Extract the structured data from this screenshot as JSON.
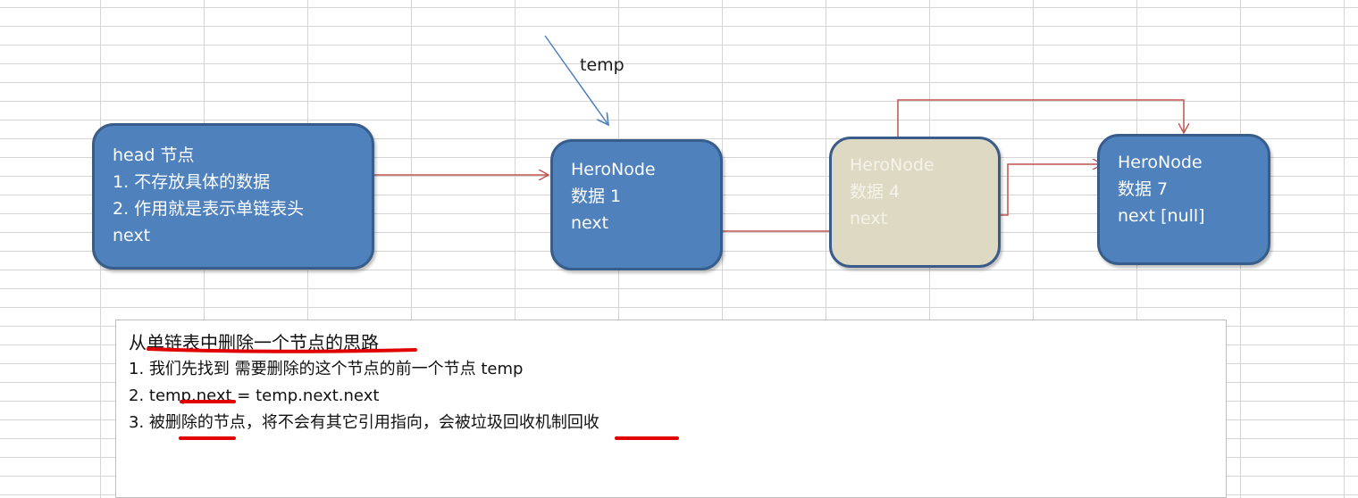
{
  "temp_pointer": {
    "label": "temp"
  },
  "nodes": {
    "head": {
      "lines": [
        "head 节点",
        "1. 不存放具体的数据",
        "2. 作用就是表示单链表头",
        "next"
      ]
    },
    "node1": {
      "lines": [
        "HeroNode",
        "数据 1",
        "next"
      ]
    },
    "node4": {
      "lines": [
        "HeroNode",
        "数据 4",
        "next"
      ]
    },
    "node7": {
      "lines": [
        "HeroNode",
        "数据 7",
        "next [null]"
      ]
    }
  },
  "notes": {
    "title": "从单链表中删除一个节点的思路",
    "lines": [
      "1.  我们先找到 需要删除的这个节点的前一个节点 temp",
      "2.  temp.next = temp.next.next",
      "3. 被删除的节点，将不会有其它引用指向，会被垃圾回收机制回收"
    ]
  },
  "colors": {
    "node_fill": "#4f81bd",
    "node_border": "#385d8a",
    "deleted_node_fill": "#ddd9c3",
    "link_arrow": "#c0504d",
    "pointer_arrow": "#4f81bd",
    "underline": "#e00000"
  }
}
